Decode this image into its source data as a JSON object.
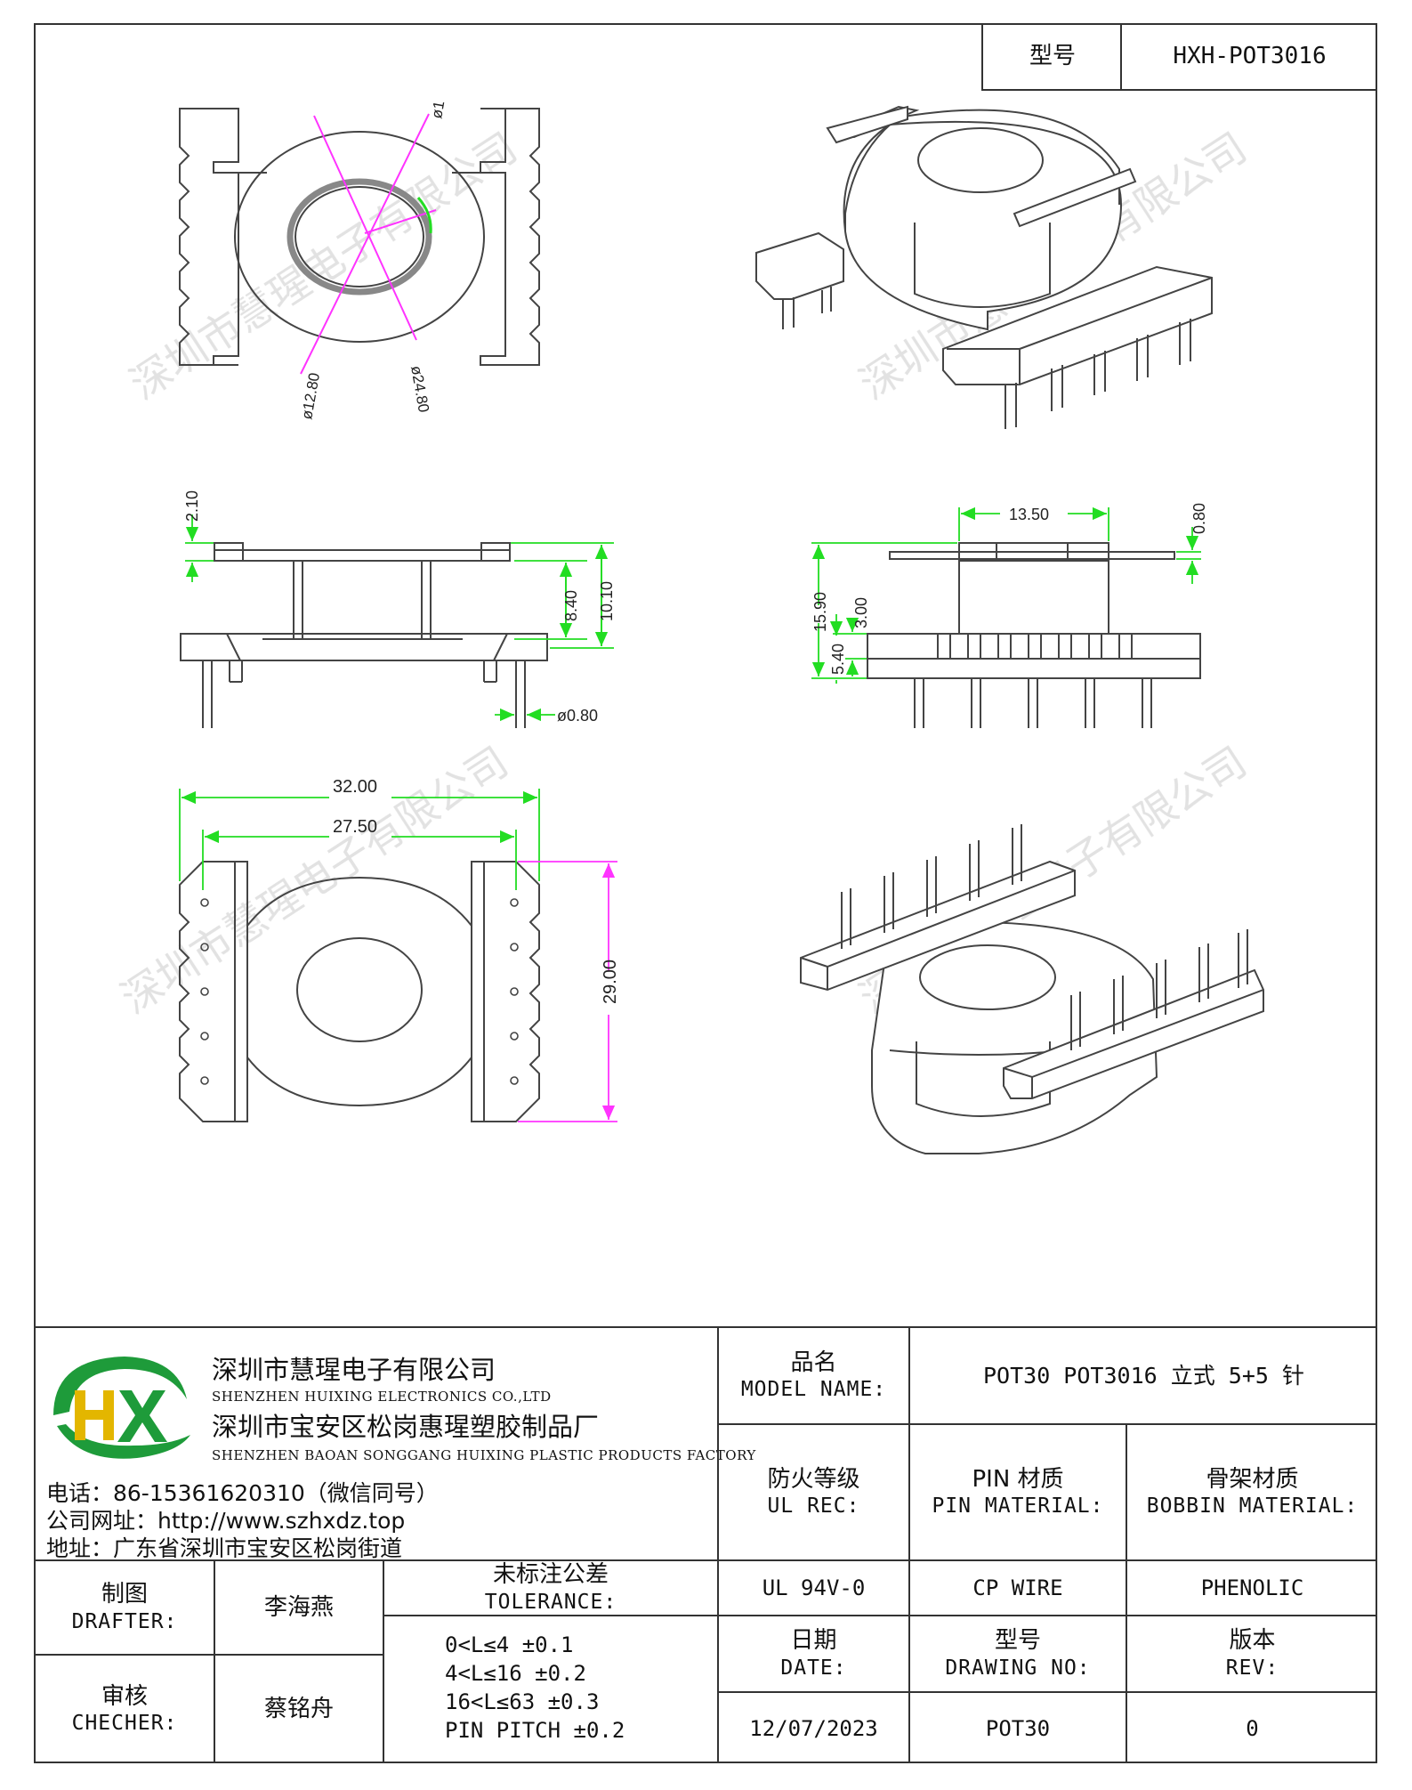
{
  "header": {
    "model_label": "型号",
    "model_value": "HXH-POT3016"
  },
  "drawing": {
    "top_view": {
      "d1": "ø1",
      "d12": "ø12.80",
      "d24": "ø24.80"
    },
    "side_view_left": {
      "d_flange": "2.10",
      "d_winding": "8.40",
      "d_total": "10.10",
      "d_pin": "ø0.80"
    },
    "side_view_right": {
      "d_width": "13.50",
      "d_flange": "0.80",
      "d_height": "15.90",
      "d_base": "5.40",
      "d_step": "3.00"
    },
    "bottom_view": {
      "d_outer": "32.00",
      "d_inner": "27.50",
      "d_depth": "29.00"
    }
  },
  "watermark": "深圳市慧瑆电子有限公司",
  "company": {
    "logo_letters": "HX",
    "name_cn": "深圳市慧瑆电子有限公司",
    "name_en": "SHENZHEN HUIXING ELECTRONICS CO.,LTD",
    "factory_cn": "深圳市宝安区松岗惠瑆塑胶制品厂",
    "factory_en": "SHENZHEN BAOAN SONGGANG HUIXING PLASTIC PRODUCTS FACTORY",
    "phone": "电话：86-15361620310（微信同号）",
    "website": "公司网址：http://www.szhxdz.top",
    "address": "地址：广东省深圳市宝安区松岗街道"
  },
  "titleblock": {
    "model_name_cn": "品名",
    "model_name_en": "MODEL NAME:",
    "model_name_value": "POT30 POT3016 立式 5+5 针",
    "ul_rec_cn": "防火等级",
    "ul_rec_en": "UL REC:",
    "pin_material_cn": "PIN 材质",
    "pin_material_en": "PIN MATERIAL:",
    "bobbin_material_cn": "骨架材质",
    "bobbin_material_en": "BOBBIN MATERIAL:",
    "ul_value": "UL 94V-0",
    "pin_value": "CP WIRE",
    "bobbin_value": "PHENOLIC",
    "drafter_cn": "制图",
    "drafter_en": "DRAFTER:",
    "drafter_name": "李海燕",
    "checker_cn": "审核",
    "checker_en": "CHECHER:",
    "checker_name": "蔡铭舟",
    "tolerance_cn": "未标注公差",
    "tolerance_en": "TOLERANCE:",
    "tolerance_rows": [
      "0<L≤4   ±0.1",
      "4<L≤16  ±0.2",
      "16<L≤63  ±0.3",
      "PIN PITCH  ±0.2"
    ],
    "date_cn": "日期",
    "date_en": "DATE:",
    "date_value": "12/07/2023",
    "drawing_no_cn": "型号",
    "drawing_no_en": "DRAWING NO:",
    "drawing_no_value": "POT30",
    "rev_cn": "版本",
    "rev_en": "REV:",
    "rev_value": "0"
  },
  "colors": {
    "dim_green": "#22dd22",
    "dim_magenta": "#ff33ff",
    "line": "#333333",
    "logo_green": "#1e9b3a",
    "logo_yellow": "#e3b600"
  }
}
